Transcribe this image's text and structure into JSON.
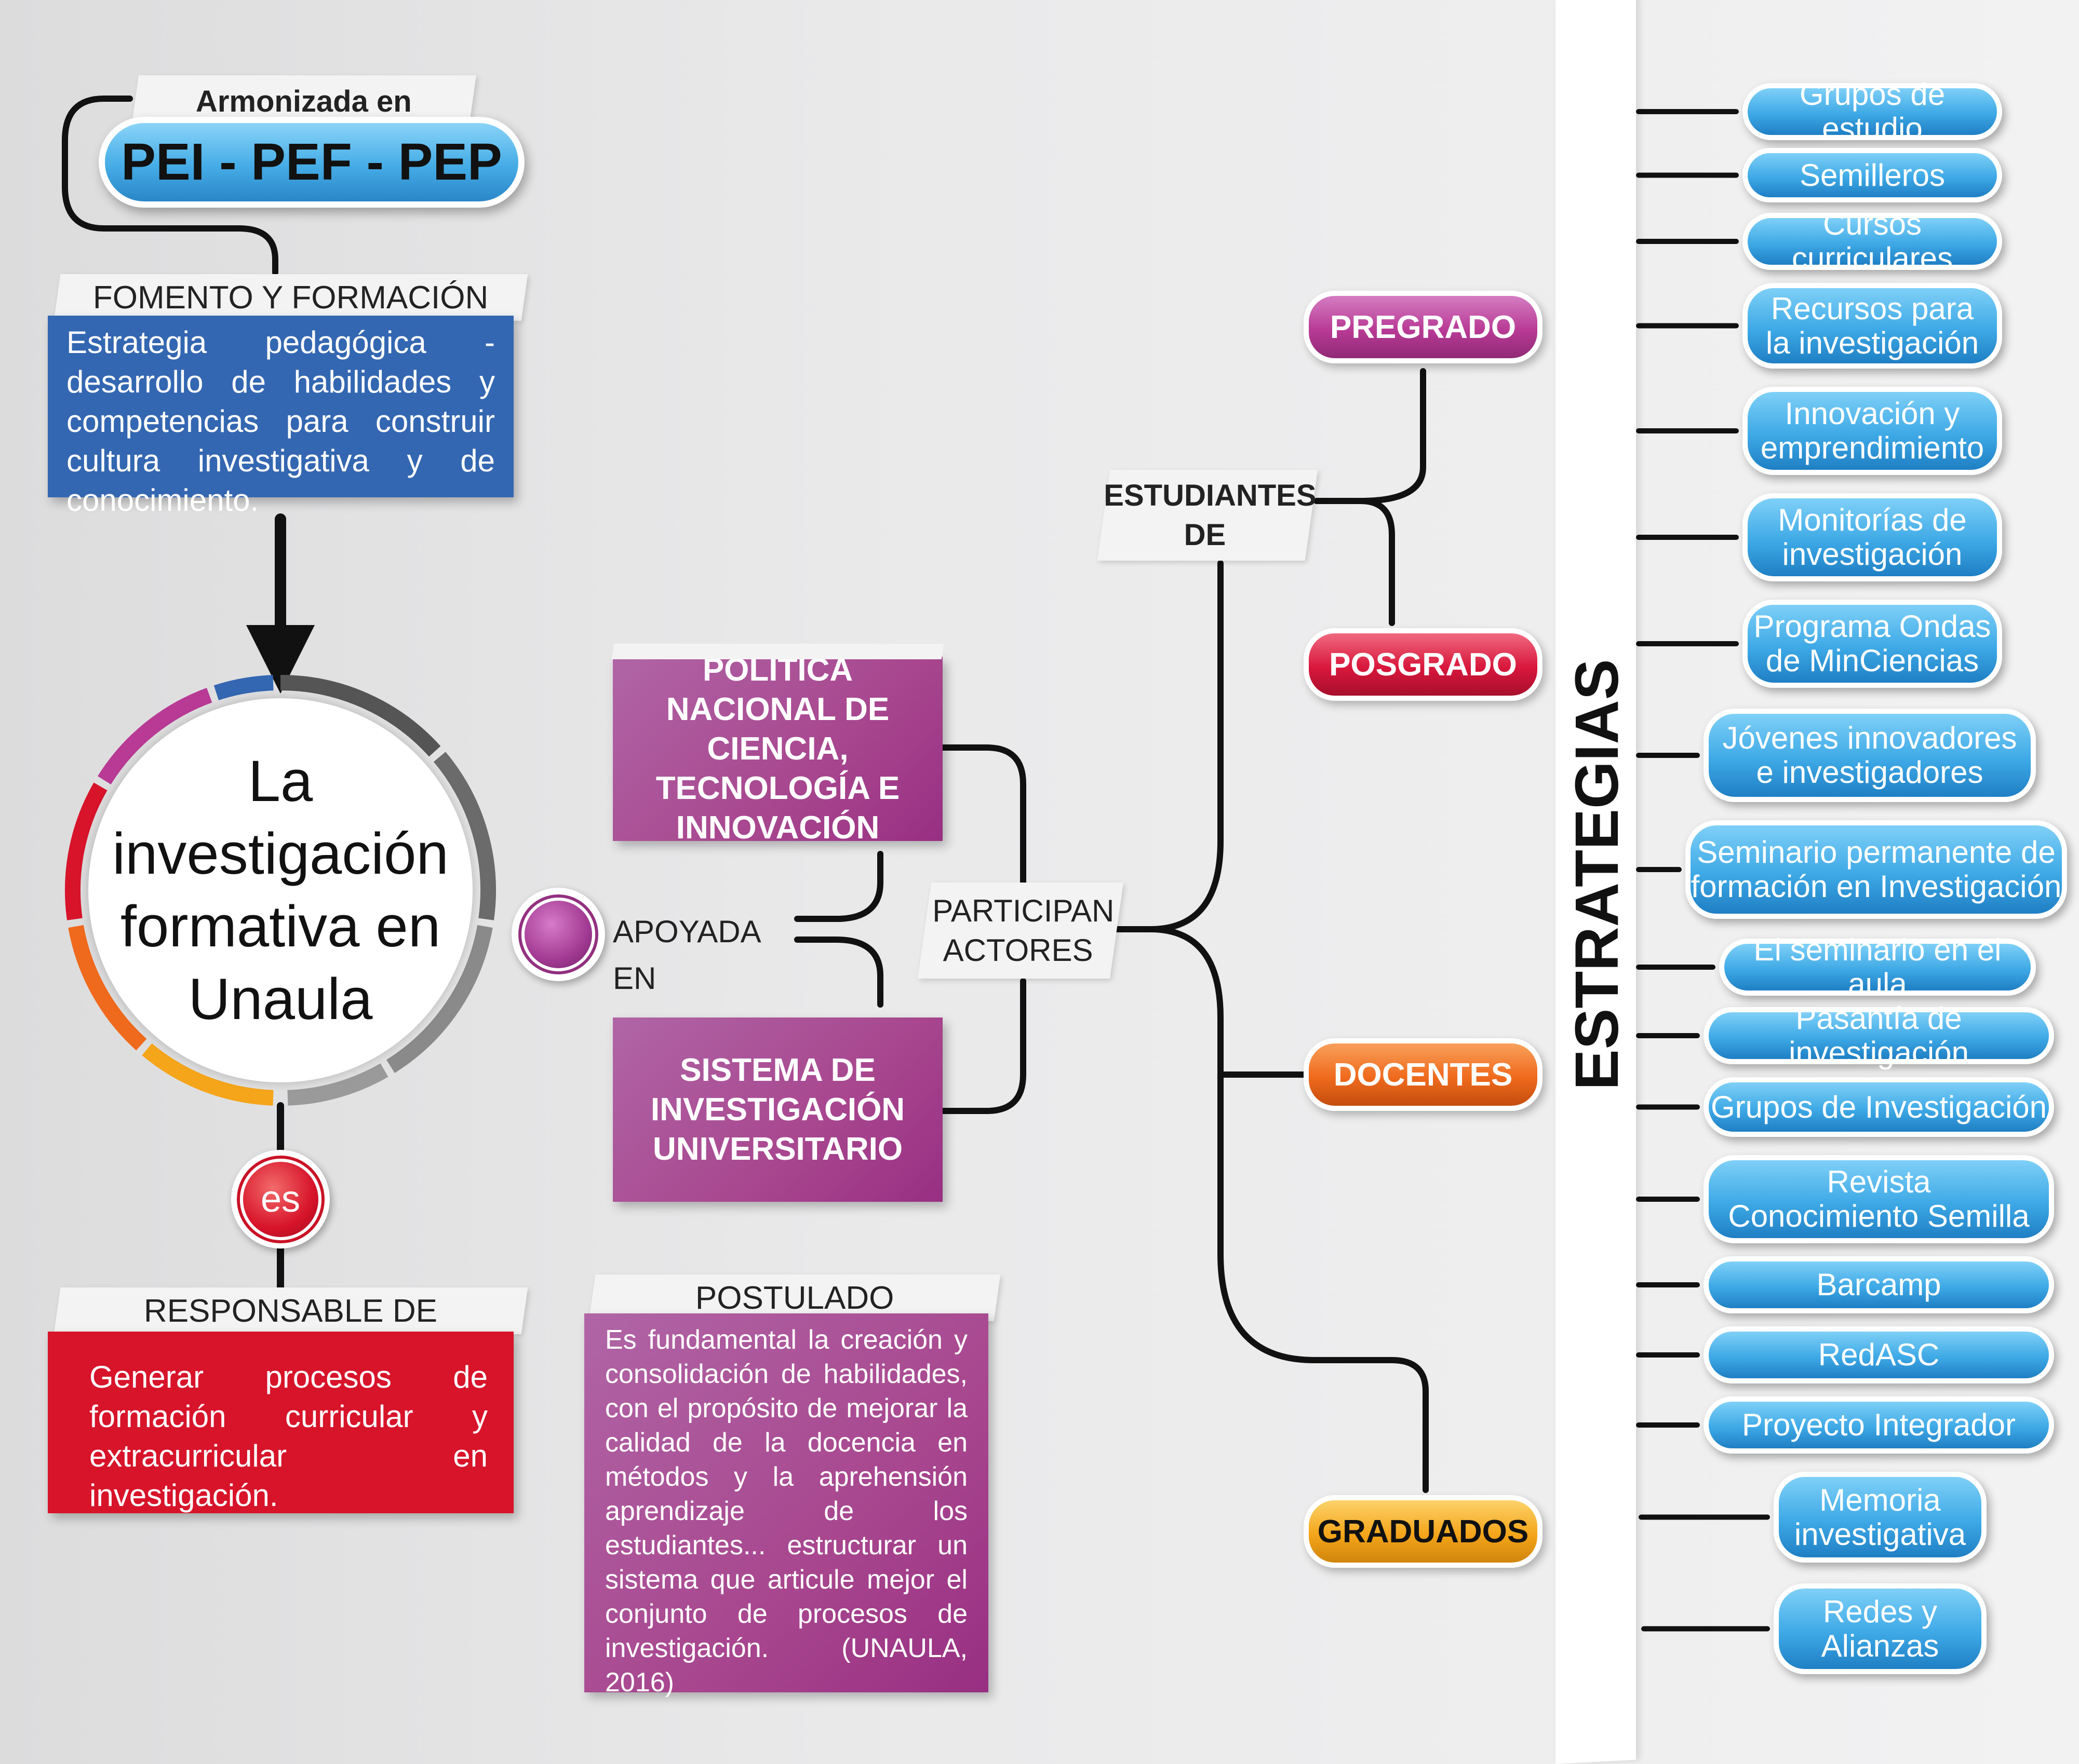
{
  "header": {
    "armonizada": "Armonizada en",
    "pei": "PEI - PEF - PEP"
  },
  "fomento": {
    "label": "FOMENTO Y FORMACIÓN",
    "text": "Estrategia pedagógica - desarrollo de habilidades y competencias para construir cultura investigativa y de conocimiento."
  },
  "center": {
    "line1": "La",
    "line2": "investigación",
    "line3": "formativa en",
    "line4": "Unaula"
  },
  "es_badge": "es",
  "responsable": {
    "label": "RESPONSABLE DE",
    "text": "Generar procesos de formación curricular y extracurricular en investigación."
  },
  "apoyada": "APOYADA EN",
  "politica": "POLÍTICA NACIONAL DE CIENCIA, TECNOLOGÍA E INNOVACIÓN",
  "sistema": "SISTEMA DE INVESTIGACIÓN UNIVERSITARIO",
  "participan": {
    "line1": "PARTICIPAN",
    "line2": "ACTORES"
  },
  "postulado": {
    "label": "POSTULADO",
    "text": "Es fundamental la creación y consolidación de habilidades, con el propósito de mejorar la calidad de la docencia en métodos y la aprehensión aprendizaje de los estudiantes... estructurar un sistema que articule mejor el conjunto de procesos de investigación. (UNAULA, 2016)"
  },
  "estudiantes": {
    "line1": "ESTUDIANTES",
    "line2": "DE"
  },
  "actors": {
    "pregrado": "PREGRADO",
    "posgrado": "POSGRADO",
    "docentes": "DOCENTES",
    "graduados": "GRADUADOS"
  },
  "colors": {
    "blue_block": "#3467b1",
    "red_block": "#d7142a",
    "magenta": "#a8478f",
    "pregrado": "#b83a95",
    "posgrado": "#d8173c",
    "docentes": "#ef6a1d",
    "graduados": "#f4a51a"
  },
  "estrategias": {
    "title": "ESTRATEGIAS",
    "items": [
      "Grupos de estudio",
      "Semilleros",
      "Cursos curriculares",
      "Recursos para\nla investigación",
      "Innovación y\nemprendimiento",
      "Monitorías de\ninvestigación",
      "Programa Ondas\nde MinCiencias",
      "Jóvenes innovadores\ne investigadores",
      "Seminario permanente de\nformación en Investigación",
      "El seminario en el aula",
      "Pasantía de investigación",
      "Grupos de Investigación",
      "Revista\nConocimiento Semilla",
      "Barcamp",
      "RedASC",
      "Proyecto Integrador",
      "Memoria\ninvestigativa",
      "Redes y\nAlianzas"
    ]
  }
}
